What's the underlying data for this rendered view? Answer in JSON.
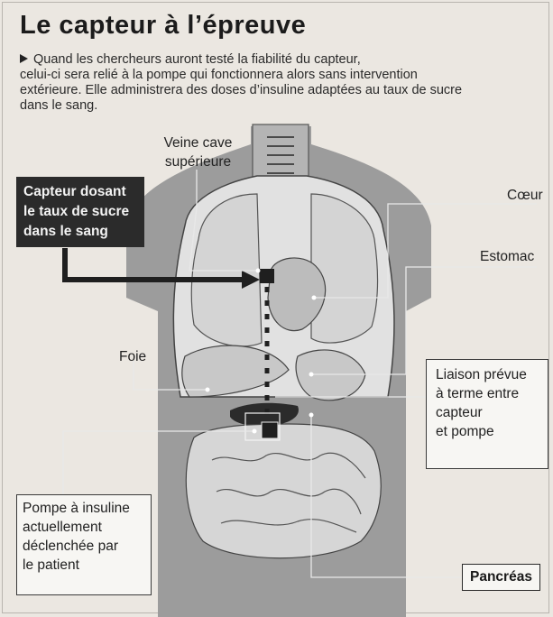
{
  "title": "Le capteur à l’épreuve",
  "intro": {
    "line1": "Quand les chercheurs auront testé la fiabilité du capteur,",
    "line2": "celui-ci sera relié à la pompe qui fonctionnera alors sans intervention",
    "line3": "extérieure. Elle administrera des doses d’insuline adaptées au taux de sucre",
    "line4": "dans le sang."
  },
  "labels": {
    "veine_line1": "Veine cave",
    "veine_line2": "supérieure",
    "coeur": "Cœur",
    "estomac": "Estomac",
    "foie": "Foie",
    "capteur": {
      "line1": "Capteur dosant",
      "line2": "le taux de sucre",
      "line3": "dans le sang"
    },
    "liaison": {
      "line1": "Liaison prévue",
      "line2": "à terme entre",
      "line3": "capteur",
      "line4": "et pompe"
    },
    "pompe": {
      "line1": "Pompe à insuline",
      "line2": "actuellement",
      "line3": "déclenchée par",
      "line4": "le patient"
    },
    "pancreas": "Pancréas"
  },
  "colors": {
    "body": "#9a9a9a",
    "ribcage": "#dcdcdc",
    "organ": "#cfcfcf",
    "dark": "#2b2b2b"
  }
}
